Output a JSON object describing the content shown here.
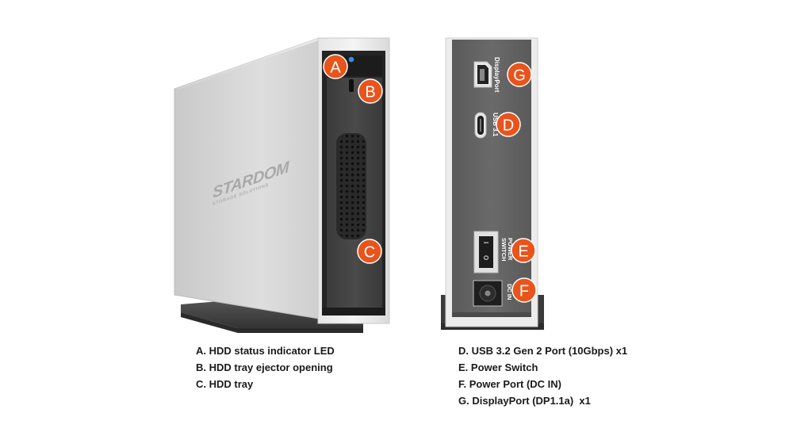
{
  "product": {
    "brand": "STARDOM",
    "tagline": "STORAGE SOLUTIONS"
  },
  "rear_panel": {
    "displayport_label": "DisplayPort",
    "usb_label": "USB 3.1",
    "switch_label_line1": "POWER",
    "switch_label_line2": "SWITCH",
    "switch_on": "I",
    "switch_off": "O",
    "dcin_label": "DC IN"
  },
  "callouts": {
    "A": "A",
    "B": "B",
    "C": "C",
    "D": "D",
    "E": "E",
    "F": "F",
    "G": "G"
  },
  "legend_left": [
    "A. HDD status indicator LED",
    "B. HDD tray ejector opening",
    "C. HDD tray"
  ],
  "legend_right": [
    "D. USB 3.2 Gen 2 Port (10Gbps) x1",
    "E. Power Switch",
    "F. Power Port (DC IN)",
    "G. DisplayPort (DP1.1a)  x1"
  ],
  "colors": {
    "callout": "#e8541c",
    "led": "#2f8ee8",
    "chassis": "#dcdcdc",
    "panel": "#606060",
    "front_bezel": "#2a2a2a"
  }
}
